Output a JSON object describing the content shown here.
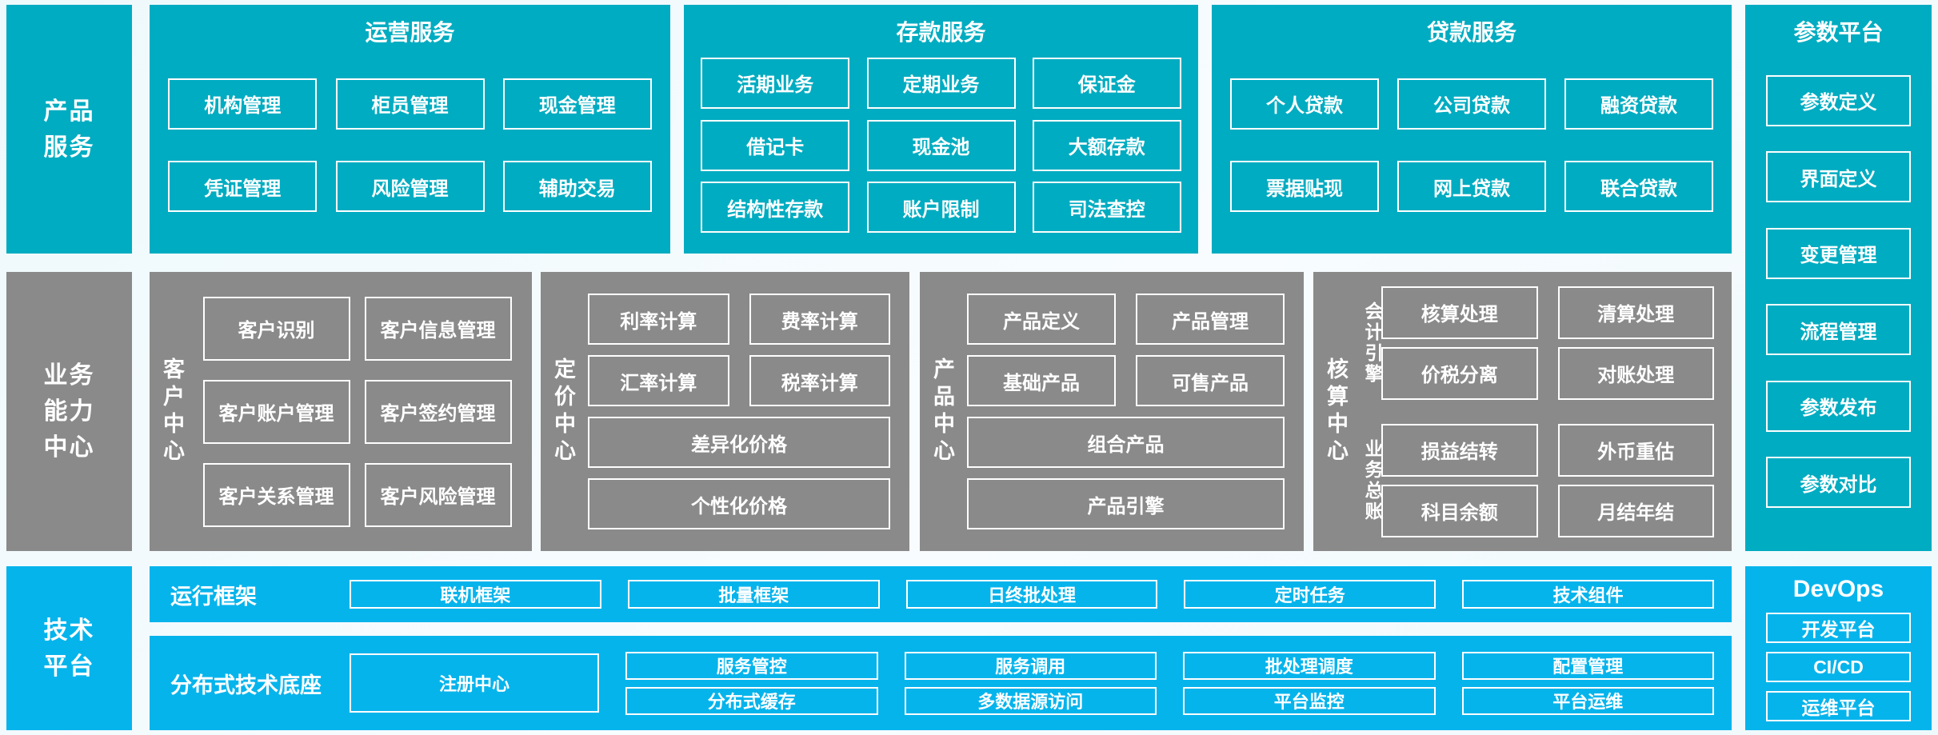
{
  "colors": {
    "teal": "#00acc1",
    "blue": "#06b4ec",
    "gray": "#8a8a8a",
    "bg1": "#eef9fc",
    "bg2": "#f8fcfe",
    "white": "#ffffff"
  },
  "sidebars": {
    "product": "产品\n服务",
    "business": "业务\n能力\n中心",
    "tech": "技术\n平台"
  },
  "operations": {
    "title": "运营服务",
    "rows": [
      [
        "机构管理",
        "柜员管理",
        "现金管理"
      ],
      [
        "凭证管理",
        "风险管理",
        "辅助交易"
      ]
    ]
  },
  "deposit": {
    "title": "存款服务",
    "rows": [
      [
        "活期业务",
        "定期业务",
        "保证金"
      ],
      [
        "借记卡",
        "现金池",
        "大额存款"
      ],
      [
        "结构性存款",
        "账户限制",
        "司法查控"
      ]
    ]
  },
  "loan": {
    "title": "贷款服务",
    "rows": [
      [
        "个人贷款",
        "公司贷款",
        "融资贷款"
      ],
      [
        "票据贴现",
        "网上贷款",
        "联合贷款"
      ]
    ]
  },
  "param_platform": {
    "title": "参数平台",
    "items": [
      "参数定义",
      "界面定义",
      "变更管理",
      "流程管理",
      "参数发布",
      "参数对比"
    ]
  },
  "customer_center": {
    "label": "客户中心",
    "rows": [
      [
        "客户识别",
        "客户信息管理"
      ],
      [
        "客户账户管理",
        "客户签约管理"
      ],
      [
        "客户关系管理",
        "客户风险管理"
      ]
    ]
  },
  "pricing_center": {
    "label": "定价中心",
    "rows": [
      [
        "利率计算",
        "费率计算"
      ],
      [
        "汇率计算",
        "税率计算"
      ]
    ],
    "wide": [
      "差异化价格",
      "个性化价格"
    ]
  },
  "product_center": {
    "label": "产品中心",
    "rows": [
      [
        "产品定义",
        "产品管理"
      ],
      [
        "基础产品",
        "可售产品"
      ]
    ],
    "wide": [
      "组合产品",
      "产品引擎"
    ]
  },
  "accounting_center": {
    "label": "核算中心",
    "groups": [
      {
        "label": "会计引擎",
        "rows": [
          [
            "核算处理",
            "清算处理"
          ],
          [
            "价税分离",
            "对账处理"
          ]
        ]
      },
      {
        "label": "业务总账",
        "rows": [
          [
            "损益结转",
            "外币重估"
          ],
          [
            "科目余额",
            "月结年结"
          ]
        ]
      }
    ]
  },
  "runtime_framework": {
    "label": "运行框架",
    "boxes": [
      "联机框架",
      "批量框架",
      "日终批处理",
      "定时任务",
      "技术组件"
    ]
  },
  "distributed_base": {
    "label": "分布式技术底座",
    "registry": "注册中心",
    "columns": [
      [
        "服务管控",
        "分布式缓存"
      ],
      [
        "服务调用",
        "多数据源访问"
      ],
      [
        "批处理调度",
        "平台监控"
      ],
      [
        "配置管理",
        "平台运维"
      ]
    ]
  },
  "devops": {
    "title": "DevOps",
    "items": [
      "开发平台",
      "CI/CD",
      "运维平台"
    ]
  }
}
